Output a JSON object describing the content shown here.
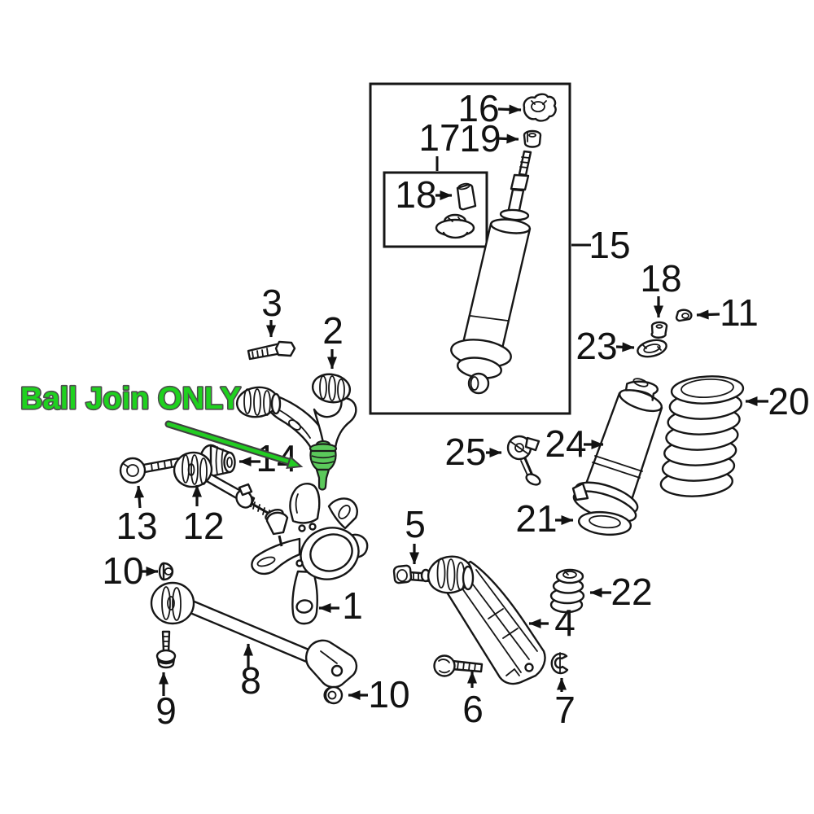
{
  "figure": {
    "type": "exploded-parts-diagram",
    "subject": "rear suspension components",
    "background_color": "#ffffff",
    "line_color": "#161616"
  },
  "annotation": {
    "text": "Ball Join ONLY",
    "text_color": "#1fd11f",
    "outline_color": "#4d4d4d",
    "leader_color": "#22cc22",
    "highlight_fill": "#5bc95b",
    "points_to_callout": "14"
  },
  "callouts": [
    {
      "label": "16"
    },
    {
      "label": "17"
    },
    {
      "label": "19"
    },
    {
      "label": "18"
    },
    {
      "label": "15"
    },
    {
      "label": "3"
    },
    {
      "label": "2"
    },
    {
      "label": "18"
    },
    {
      "label": "11"
    },
    {
      "label": "23"
    },
    {
      "label": "20"
    },
    {
      "label": "25"
    },
    {
      "label": "24"
    },
    {
      "label": "21"
    },
    {
      "label": "14"
    },
    {
      "label": "13"
    },
    {
      "label": "12"
    },
    {
      "label": "5"
    },
    {
      "label": "10"
    },
    {
      "label": "1"
    },
    {
      "label": "22"
    },
    {
      "label": "4"
    },
    {
      "label": "8"
    },
    {
      "label": "9"
    },
    {
      "label": "10"
    },
    {
      "label": "6"
    },
    {
      "label": "7"
    }
  ]
}
